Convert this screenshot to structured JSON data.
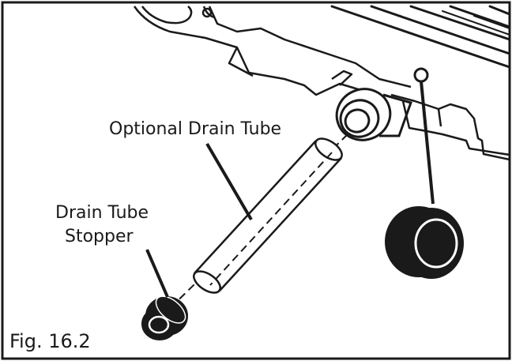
{
  "labels": {
    "optional_drain_tube": "Optional Drain Tube",
    "drain_tube_stopper_line1": "Drain Tube",
    "drain_tube_stopper_line2": "Stopper",
    "figure_caption": "Fig. 16.2"
  },
  "colors": {
    "line": "#1a1a1a",
    "background": "#ffffff"
  }
}
